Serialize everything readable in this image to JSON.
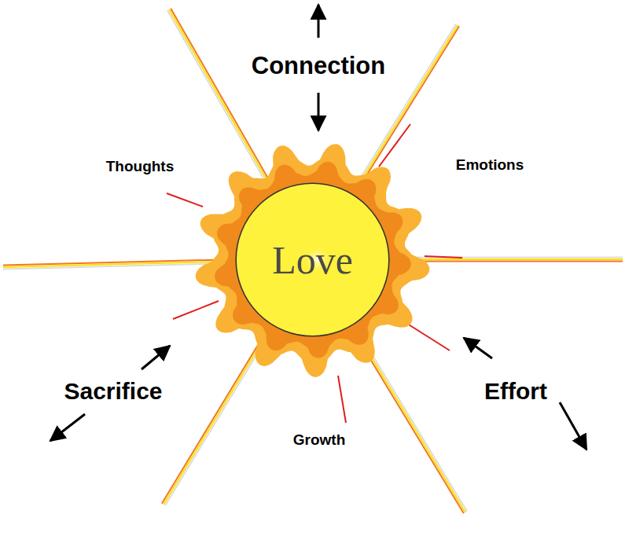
{
  "diagram": {
    "nodes": [
      {
        "text": [
          "Love"
        ]
      }
    ],
    "labels": [
      "Connection",
      "Thoughts",
      "Emotions",
      "Sacrifice",
      "Effort",
      "Growth"
    ]
  }
}
